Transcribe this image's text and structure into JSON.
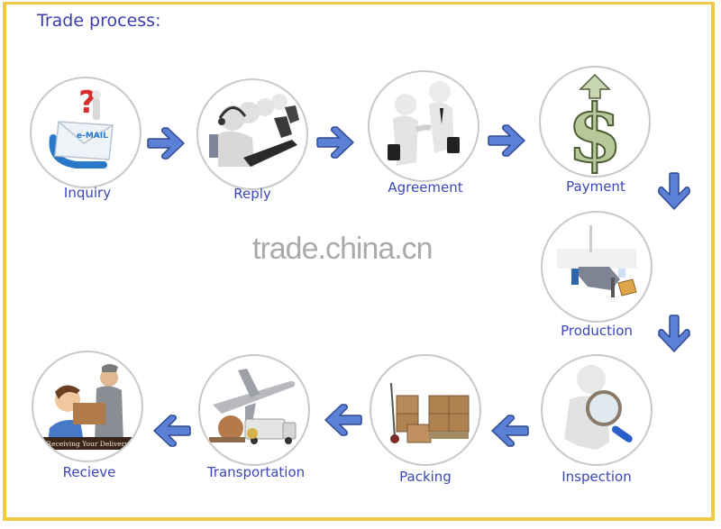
{
  "title": "Trade process:",
  "watermark": "trade.china.cn",
  "colors": {
    "frame": "#f2c84b",
    "title": "#3b3fae",
    "label": "#3a47b7",
    "arrow_fill": "#5b80d6",
    "arrow_stroke": "#2e4a8f",
    "circle_border": "#c9c9c9"
  },
  "steps": [
    {
      "order": 1,
      "label": "Inquiry",
      "icon": "email-question-icon"
    },
    {
      "order": 2,
      "label": "Reply",
      "icon": "call-center-icon"
    },
    {
      "order": 3,
      "label": "Agreement",
      "icon": "handshake-icon"
    },
    {
      "order": 4,
      "label": "Payment",
      "icon": "dollar-sign-icon"
    },
    {
      "order": 5,
      "label": "Production",
      "icon": "factory-machine-icon"
    },
    {
      "order": 6,
      "label": "Inspection",
      "icon": "magnifying-glass-icon"
    },
    {
      "order": 7,
      "label": "Packing",
      "icon": "boxes-icon"
    },
    {
      "order": 8,
      "label": "Transportation",
      "icon": "plane-truck-icon"
    },
    {
      "order": 9,
      "label": "Recieve",
      "icon": "delivery-icon",
      "caption": "Receiving Your Delivery"
    }
  ],
  "inquiry_email_text": "e-MAIL",
  "arrows": [
    {
      "from": "Inquiry",
      "to": "Reply",
      "direction": "right"
    },
    {
      "from": "Reply",
      "to": "Agreement",
      "direction": "right"
    },
    {
      "from": "Agreement",
      "to": "Payment",
      "direction": "right"
    },
    {
      "from": "Payment",
      "to": "Production",
      "direction": "down"
    },
    {
      "from": "Production",
      "to": "Inspection",
      "direction": "down"
    },
    {
      "from": "Inspection",
      "to": "Packing",
      "direction": "left"
    },
    {
      "from": "Packing",
      "to": "Transportation",
      "direction": "left"
    },
    {
      "from": "Transportation",
      "to": "Recieve",
      "direction": "left"
    }
  ]
}
